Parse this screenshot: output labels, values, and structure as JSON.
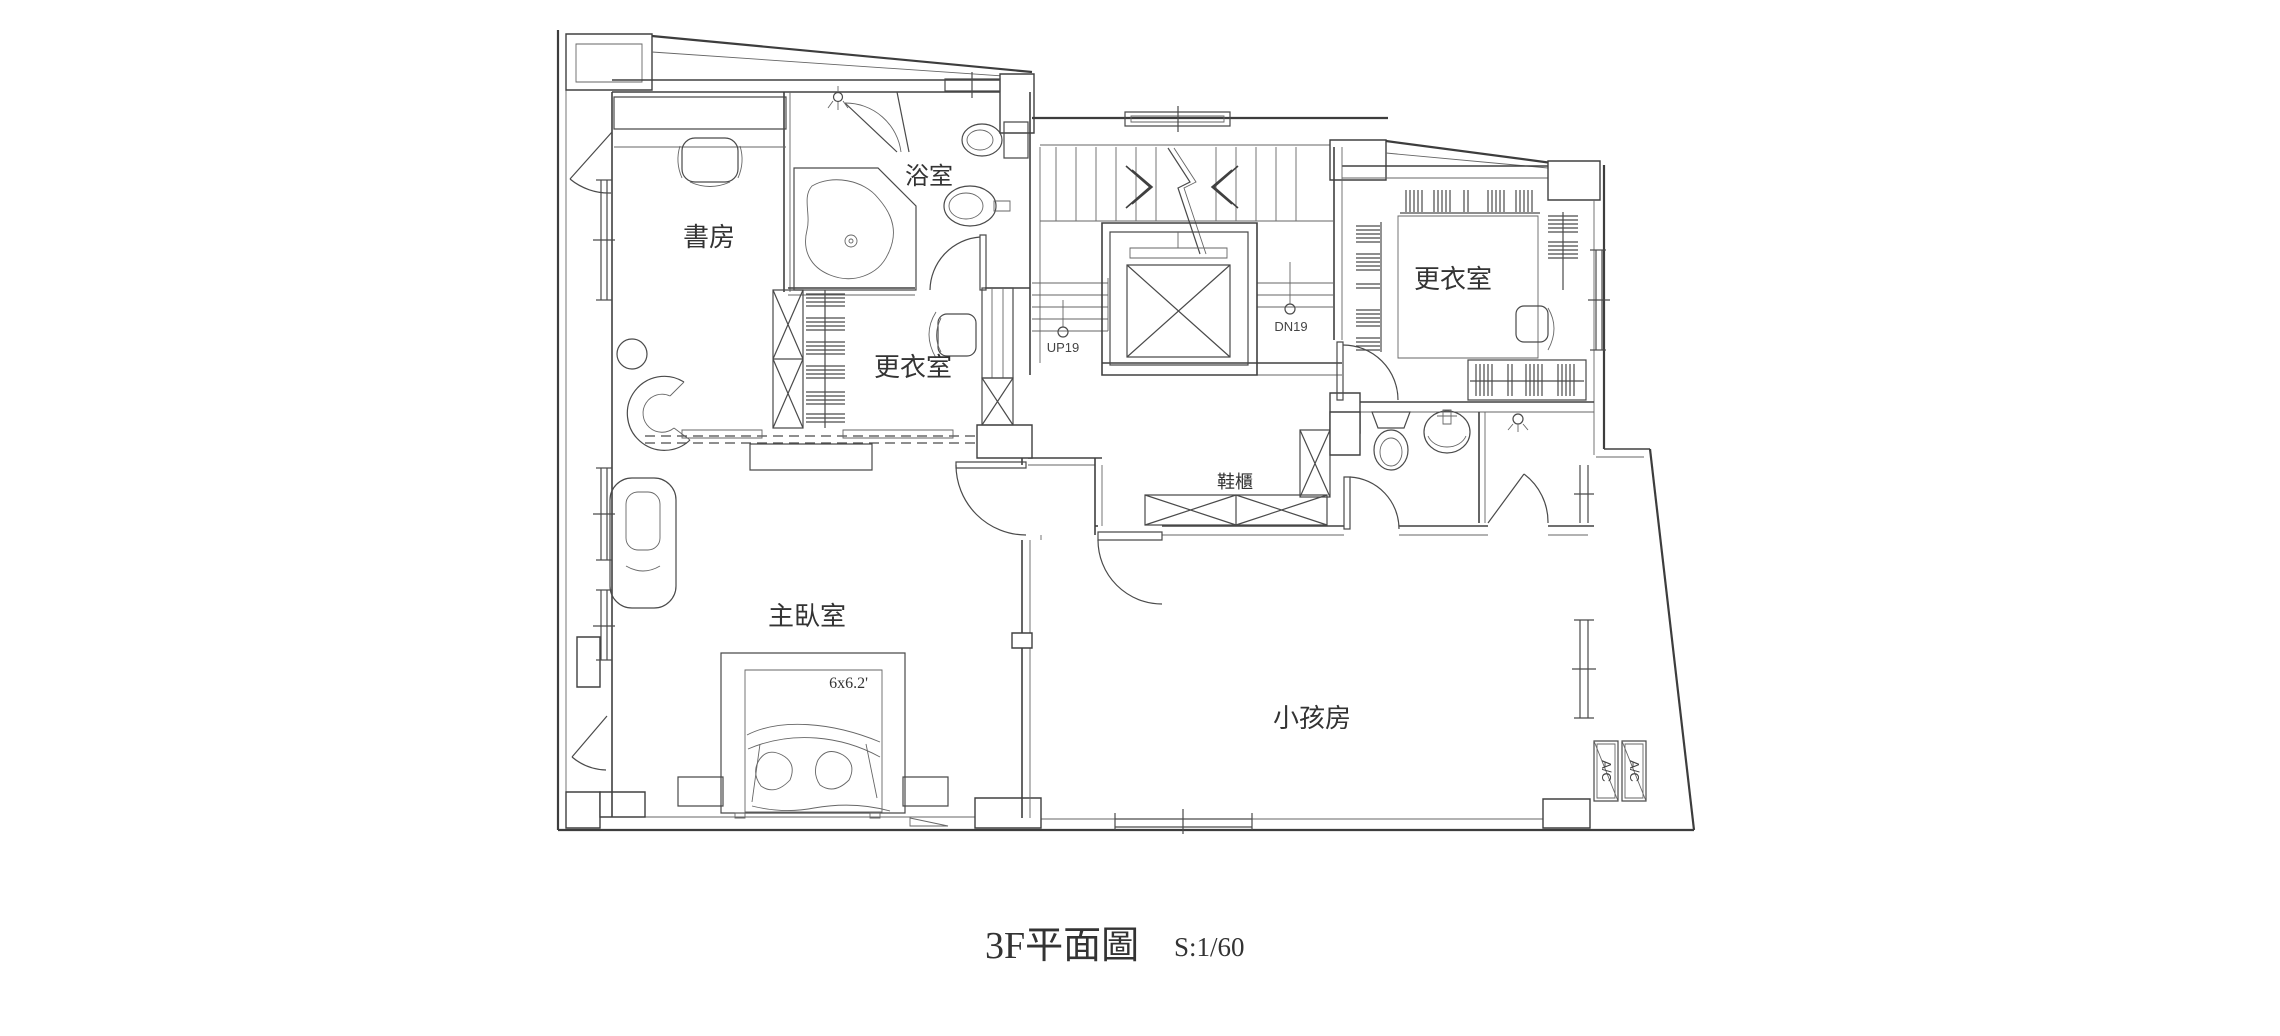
{
  "title": {
    "main": "3F平面圖",
    "scale": "S:1/60"
  },
  "rooms": {
    "study": "書房",
    "bathroom": "浴室",
    "closet_center": "更衣室",
    "closet_right": "更衣室",
    "master_bedroom": "主臥室",
    "kids_room": "小孩房"
  },
  "annotations": {
    "shoe_cabinet": "鞋櫃",
    "bed_size": "6x6.2'",
    "stair_up": "UP19",
    "stair_down": "DN19",
    "ac_unit": "A/C"
  },
  "colors": {
    "line": "#4a4a4a",
    "line_dark": "#3d3d3d",
    "text": "#333333",
    "background": "#ffffff"
  }
}
